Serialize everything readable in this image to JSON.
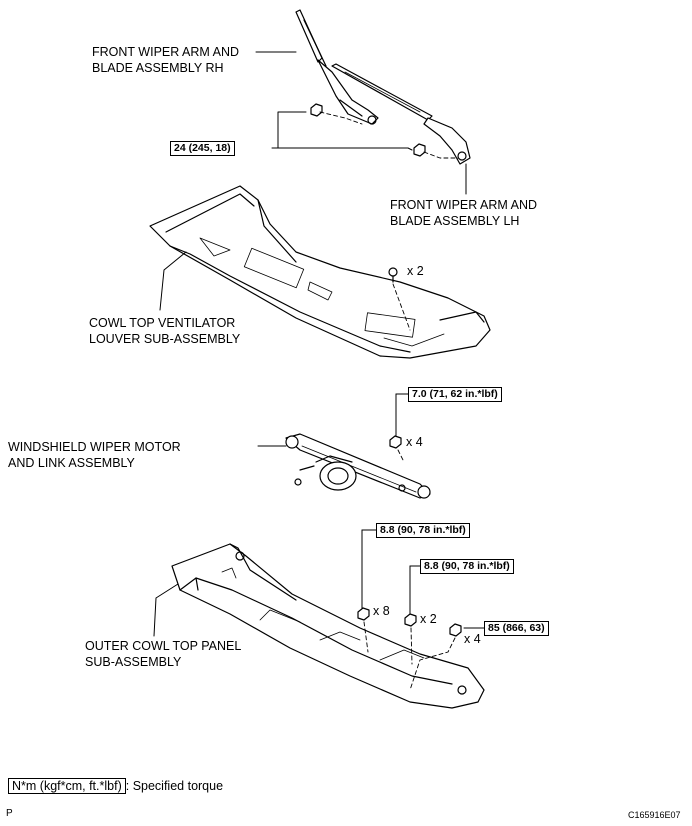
{
  "labels": {
    "wiper_rh": [
      "FRONT WIPER ARM AND",
      "BLADE ASSEMBLY RH"
    ],
    "wiper_lh": [
      "FRONT WIPER ARM AND",
      "BLADE ASSEMBLY LH"
    ],
    "cowl_louver": [
      "COWL TOP VENTILATOR",
      "LOUVER SUB-ASSEMBLY"
    ],
    "wiper_motor": [
      "WINDSHIELD WIPER MOTOR",
      "AND LINK ASSEMBLY"
    ],
    "outer_cowl": [
      "OUTER COWL TOP PANEL",
      "SUB-ASSEMBLY"
    ]
  },
  "torques": {
    "arm_nut": "24 (245, 18)",
    "motor_bolt": "7.0 (71, 62 in.*lbf)",
    "panel_bolt_a": "8.8 (90, 78 in.*lbf)",
    "panel_bolt_b": "8.8 (90, 78 in.*lbf)",
    "panel_bolt_c": "85 (866, 63)"
  },
  "quantities": {
    "clip": "x 2",
    "motor_bolt": "x 4",
    "panel_bolt_a": "x 8",
    "panel_bolt_b": "x 2",
    "panel_bolt_c": "x 4"
  },
  "legend": {
    "unit_box": "N*m (kgf*cm, ft.*lbf)",
    "text": ": Specified torque"
  },
  "corner_left": "P",
  "corner_right": "C165916E07"
}
